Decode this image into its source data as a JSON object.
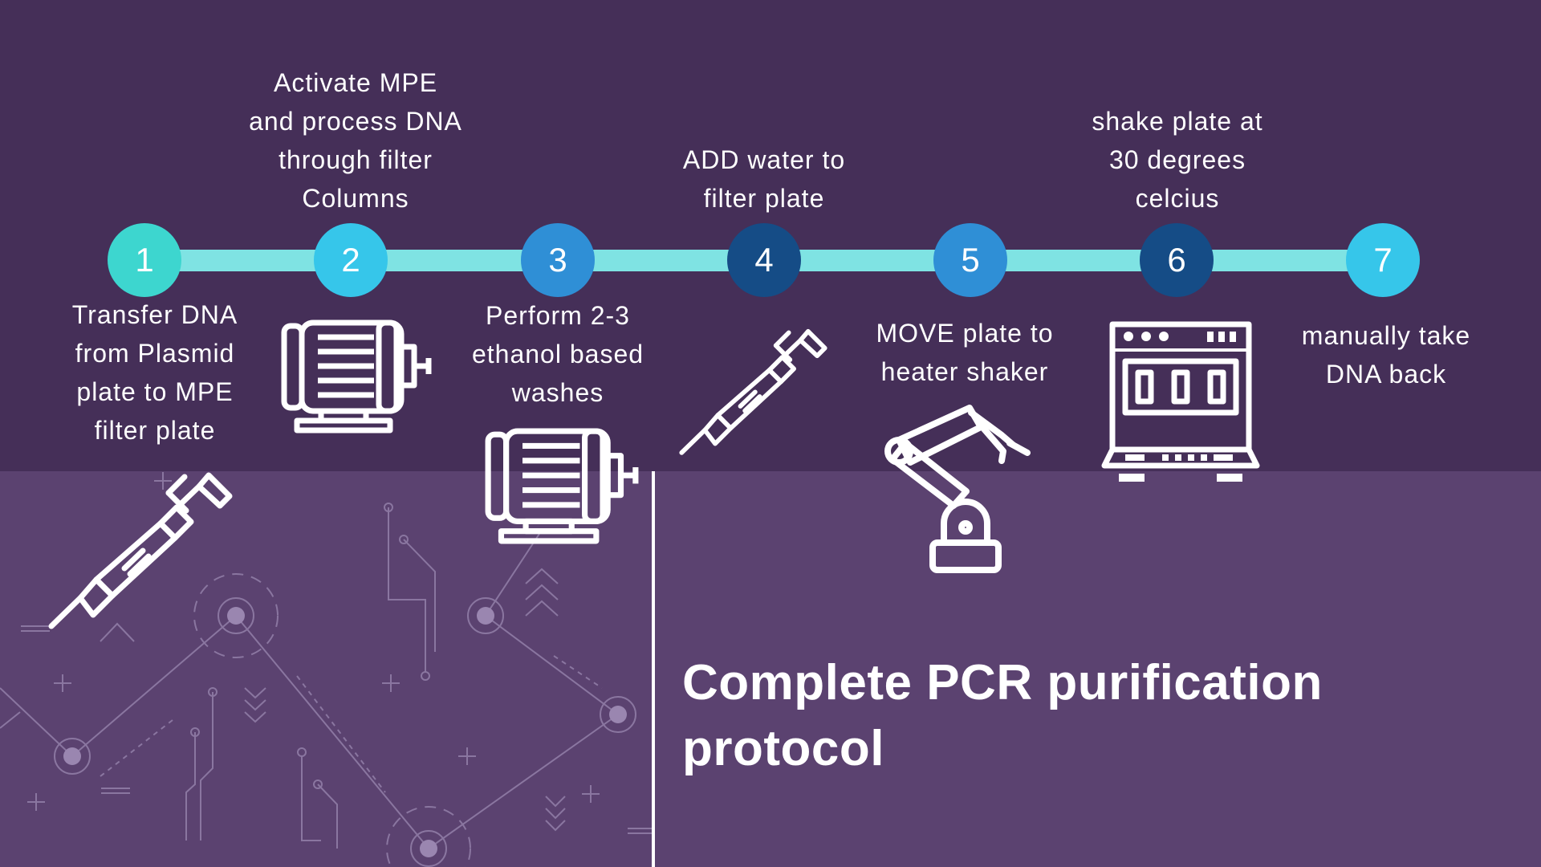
{
  "title": "Complete PCR purification protocol",
  "colors": {
    "background": "#5b4270",
    "top_band": "#452f58",
    "track": "#7fe3e3",
    "white": "#ffffff"
  },
  "steps": [
    {
      "number": "1",
      "text": "Transfer DNA\nfrom Plasmid\nplate to MPE\nfilter plate",
      "color": "#3dd6cf",
      "icon": "pipette-icon"
    },
    {
      "number": "2",
      "text": "Activate MPE\nand process DNA\nthrough filter\nColumns",
      "color": "#36c6ea",
      "icon": "motor-icon"
    },
    {
      "number": "3",
      "text": "Perform 2-3\nethanol based\nwashes",
      "color": "#2f8fd6",
      "icon": "motor-icon"
    },
    {
      "number": "4",
      "text": "ADD water to\nfilter plate",
      "color": "#154c86",
      "icon": "pipette-icon"
    },
    {
      "number": "5",
      "text": "MOVE plate to\nheater shaker",
      "color": "#2f8fd6",
      "icon": "robot-arm-icon"
    },
    {
      "number": "6",
      "text": "shake plate at\n30 degrees\ncelcius",
      "color": "#154c86",
      "icon": "shaker-machine-icon"
    },
    {
      "number": "7",
      "text": "manually take\nDNA back",
      "color": "#36c6ea",
      "icon": ""
    }
  ]
}
